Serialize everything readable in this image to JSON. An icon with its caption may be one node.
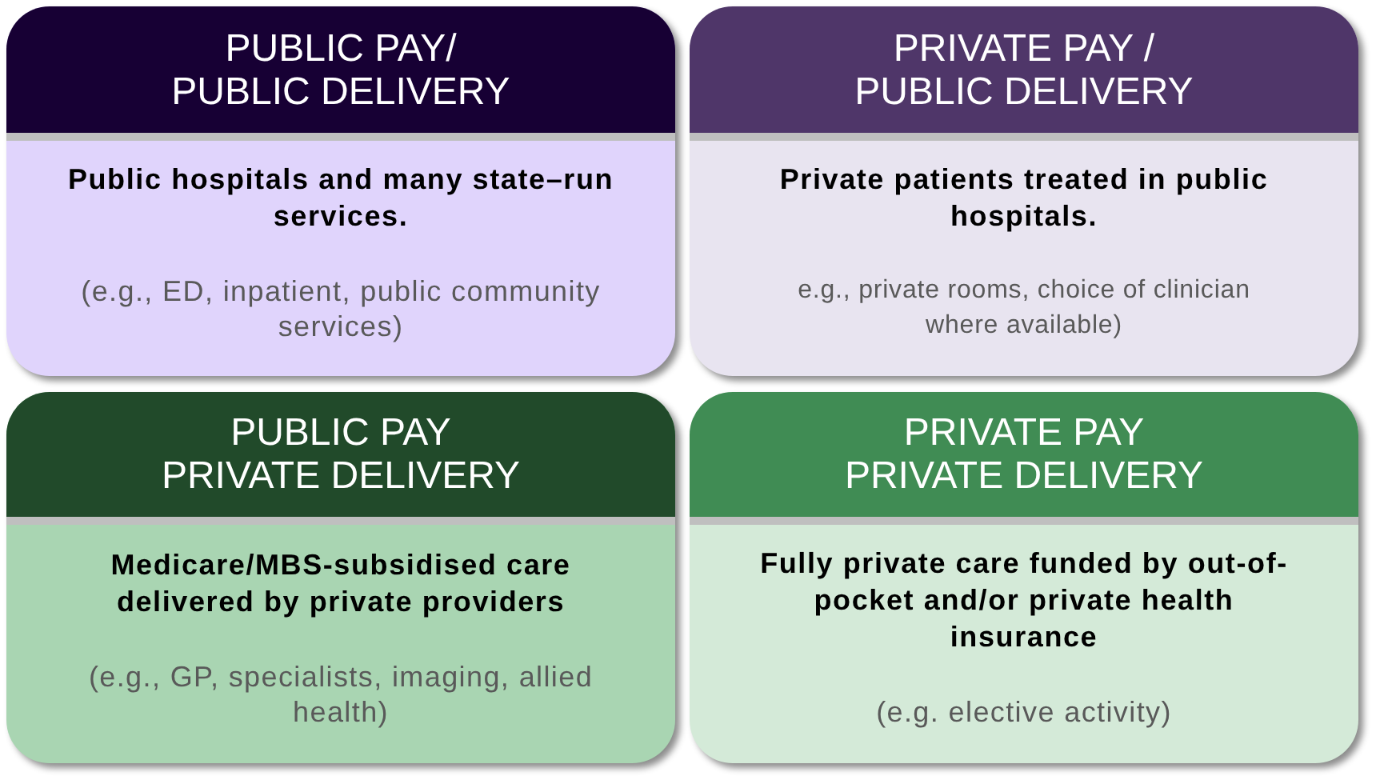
{
  "diagram": {
    "nodes": [
      {
        "text": [
          "PUBLIC PAY/ PUBLIC DELIVERY",
          "Public hospitals and many state–run services.",
          "(e.g., ED, inpatient, public community services)"
        ]
      },
      {
        "text": [
          "PRIVATE PAY / PUBLIC DELIVERY",
          "Private patients treated in public hospitals.",
          "e.g., private rooms, choice of clinician where available)"
        ]
      },
      {
        "text": [
          "PUBLIC PAY PRIVATE DELIVERY",
          "Medicare/MBS-subsidised care delivered by private providers",
          "(e.g., GP, specialists, imaging, allied health)"
        ]
      },
      {
        "text": [
          "PRIVATE PAY PRIVATE DELIVERY",
          "Fully private care funded by out-of-pocket and/or private health insurance",
          "(e.g. elective activity)"
        ]
      }
    ]
  }
}
